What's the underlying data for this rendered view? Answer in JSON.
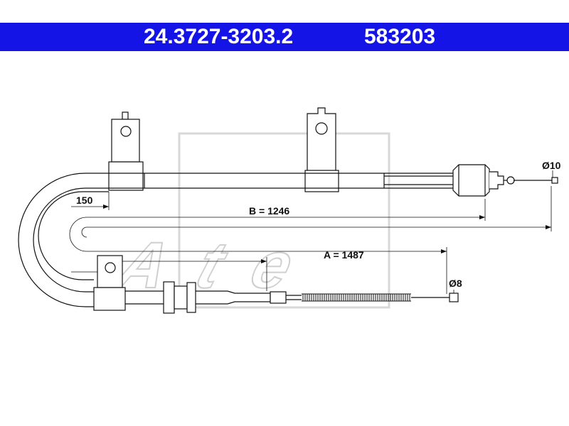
{
  "header": {
    "part_number": "24.3727-3203.2",
    "ref_number": "583203",
    "background": "#1414e6",
    "text_color": "#ffffff"
  },
  "dimensions": {
    "offset": "150",
    "length_b": "B = 1246",
    "length_a": "A = 1487",
    "diameter_end_1": "Ø10",
    "diameter_end_2": "Ø8"
  },
  "watermark": {
    "logo_text": "Ate"
  }
}
